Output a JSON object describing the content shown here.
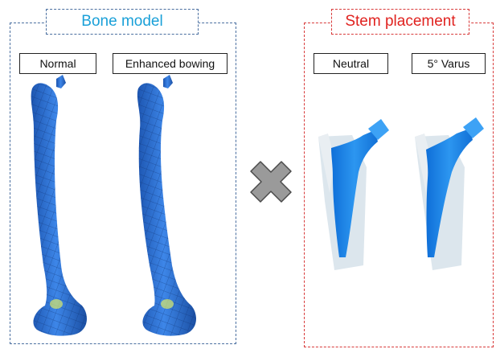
{
  "bone_model": {
    "title": "Bone model",
    "variants": [
      "Normal",
      "Enhanced bowing"
    ]
  },
  "stem_placement": {
    "title": "Stem placement",
    "variants": [
      "Neutral",
      "5° Varus"
    ]
  },
  "colors": {
    "bone_panel_border": "#4a6fa0",
    "bone_title": "#1aa0d8",
    "stem_panel_border": "#d83a3a",
    "stem_title": "#e0221f",
    "mesh_blue": "#2a6fd0",
    "cross_gray": "#9a9a9a"
  },
  "icons": [
    "cross-multiply-icon"
  ]
}
